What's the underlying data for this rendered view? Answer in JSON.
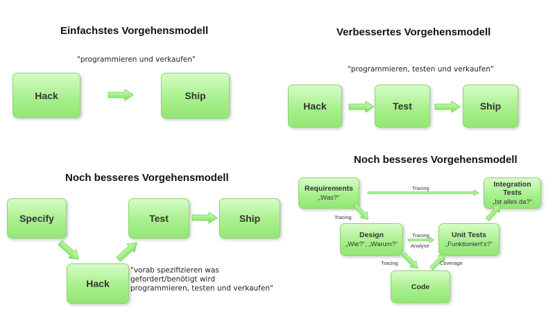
{
  "q1": {
    "title": "Einfachstes Vorgehensmodell",
    "caption": "\"programmieren und verkaufen\"",
    "hack": "Hack",
    "ship": "Ship"
  },
  "q2": {
    "title": "Verbessertes Vorgehensmodell",
    "caption": "\"programmieren, testen und verkaufen\"",
    "hack": "Hack",
    "test": "Test",
    "ship": "Ship"
  },
  "q3": {
    "title": "Noch besseres Vorgehensmodell",
    "specify": "Specify",
    "test": "Test",
    "ship": "Ship",
    "hack": "Hack",
    "caption": "\"vorab spezifizieren was\ngefordert/benötigt wird\nprogrammieren, testen und verkaufen\""
  },
  "q4": {
    "title": "Noch besseres Vorgehensmodell",
    "requirements": {
      "label": "Requirements",
      "sub": "„Was?“"
    },
    "integration": {
      "label": "Integration Tests",
      "sub": "„Ist alles da?“"
    },
    "design": {
      "label": "Design",
      "sub": "„Wie?“, „Warum?“"
    },
    "unit": {
      "label": "Unit Tests",
      "sub": "„Funktioniert‘s?“"
    },
    "code": {
      "label": "Code"
    },
    "links": {
      "tracing_top": "Tracing",
      "tracing_req_design": "Tracing",
      "tracing_design_unit": "Tracing",
      "analyse": "Analyse",
      "tracing_design_code": "Tracing",
      "coverage": "Coverage"
    }
  }
}
